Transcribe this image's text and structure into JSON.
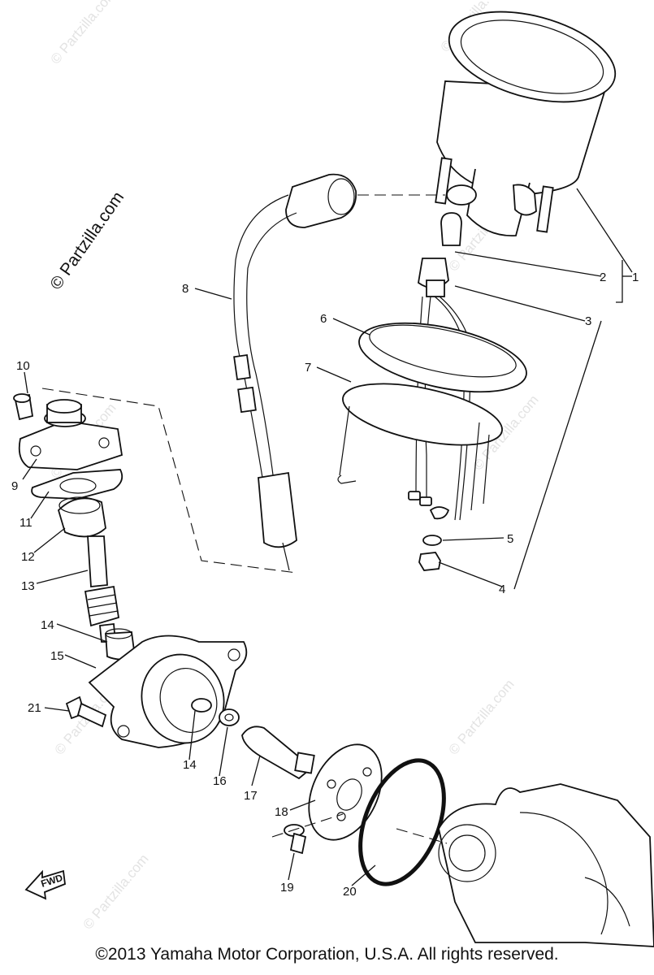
{
  "watermark": {
    "main": "© Partzilla.com",
    "faint": "© Partzilla.com"
  },
  "callouts": {
    "c1": "1",
    "c2": "2",
    "c3": "3",
    "c4": "4",
    "c5": "5",
    "c6": "6",
    "c7": "7",
    "c8": "8",
    "c9": "9",
    "c10": "10",
    "c11": "11",
    "c12": "12",
    "c13": "13",
    "c14a": "14",
    "c14b": "14",
    "c15": "15",
    "c16": "16",
    "c17": "17",
    "c18": "18",
    "c19": "19",
    "c20": "20",
    "c21": "21"
  },
  "fwd_label": "FWD",
  "copyright": "©2013 Yamaha Motor Corporation, U.S.A. All rights reserved."
}
